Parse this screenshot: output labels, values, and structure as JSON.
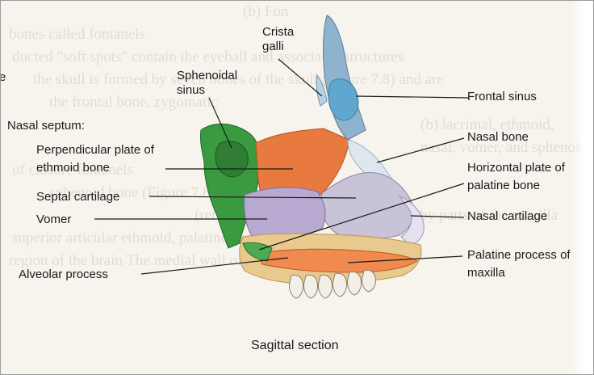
{
  "labels": {
    "crista_galli": "Crista galli",
    "sphenoidal_sinus": "Sphenoidal sinus",
    "frontal_sinus": "Frontal sinus",
    "nasal_septum": "Nasal septum:",
    "perpendicular_plate": "Perpendicular plate of ethmoid bone",
    "nasal_bone": "Nasal bone",
    "horizontal_plate": "Horizontal plate of palatine bone",
    "septal_cartilage": "Septal cartilage",
    "vomer": "Vomer",
    "nasal_cartilage": "Nasal cartilage",
    "palatine_process": "Palatine process of maxilla",
    "alveolar_process": "Alveolar process",
    "caption": "Sagittal section",
    "clipped_left": "e"
  },
  "background_text": [
    "(b) Fon",
    "bones called fontanels",
    "ducted \"soft spots\" contain the eyeball and associated structures",
    "the skull is formed by seven bones of the skull (Figure 7.8) and are",
    "the frontal bone, zygomatic",
    "(b) lacrimal, ethmoid,",
    "nasal, vomer, and sphenoid",
    "of closure fontanels",
    "sphenoid bone (Figure 7.8)",
    "(ret) The floor of the orbit is formed by parts of the maxilla",
    "superior articular   ethmoid, palatine bones",
    "region of the brain   The medial wall of the orbit is formed"
  ],
  "colors": {
    "ethmoid_plate": "#e8793f",
    "sphenoid": "#3a9a3f",
    "septal_cartilage": "#a9a2c0",
    "vomer": "#b8a9d1",
    "nasal_bone_frontal": "#9fbdd4",
    "spongy_bone": "#e9c98d",
    "palate": "#f08a4e",
    "teeth": "#f3efe6",
    "label_lines": "#1a1a1a"
  }
}
